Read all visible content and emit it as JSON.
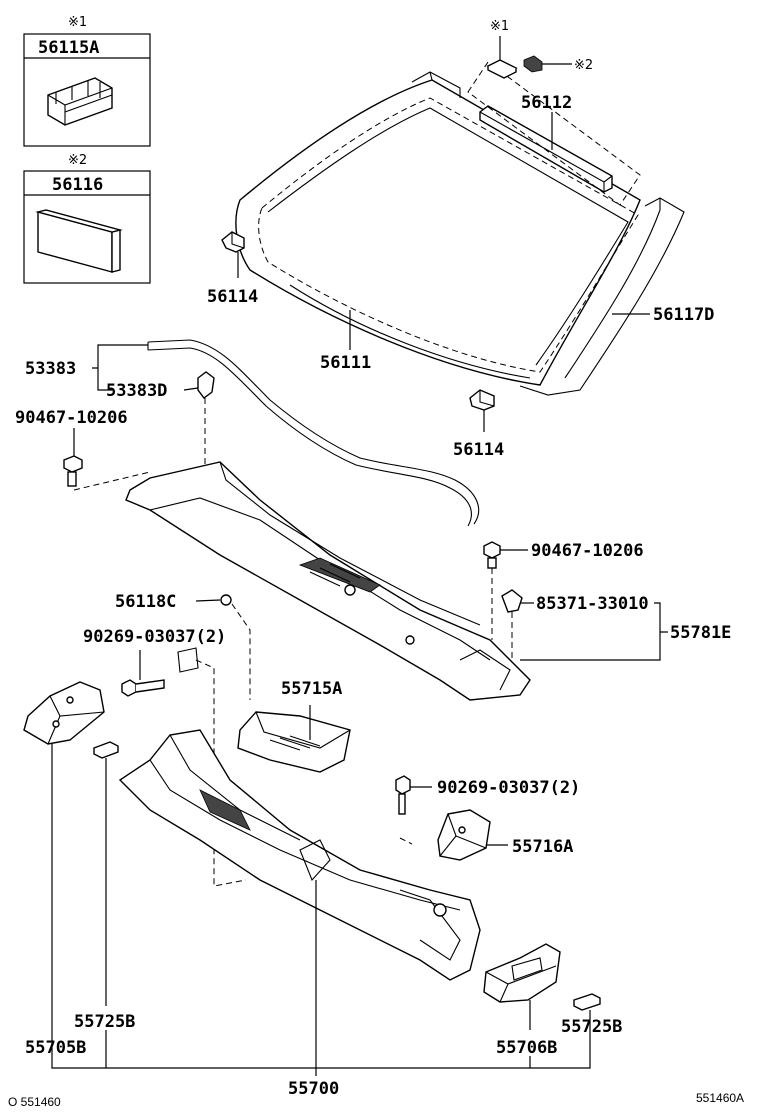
{
  "legend": {
    "box1": {
      "mark": "※1",
      "code": "56115A"
    },
    "box2": {
      "mark": "※2",
      "code": "56116"
    }
  },
  "callouts": {
    "glass_top_mark1": "※1",
    "glass_top_mark2": "※2",
    "p56112": "56112",
    "p56114_a": "56114",
    "p56114_b": "56114",
    "p56111": "56111",
    "p56117D": "56117D",
    "p53383": "53383",
    "p53383D": "53383D",
    "p90467_a": "90467-10206",
    "p90467_b": "90467-10206",
    "p85371": "85371-33010",
    "p55781E": "55781E",
    "p56118C": "56118C",
    "p90269_a": "90269-03037(2)",
    "p90269_b": "90269-03037(2)",
    "p55715A": "55715A",
    "p55716A": "55716A",
    "p55725B_a": "55725B",
    "p55725B_b": "55725B",
    "p55705B": "55705B",
    "p55706B": "55706B",
    "p55700": "55700"
  },
  "footer": {
    "left": "O 551460",
    "right": "551460A"
  }
}
